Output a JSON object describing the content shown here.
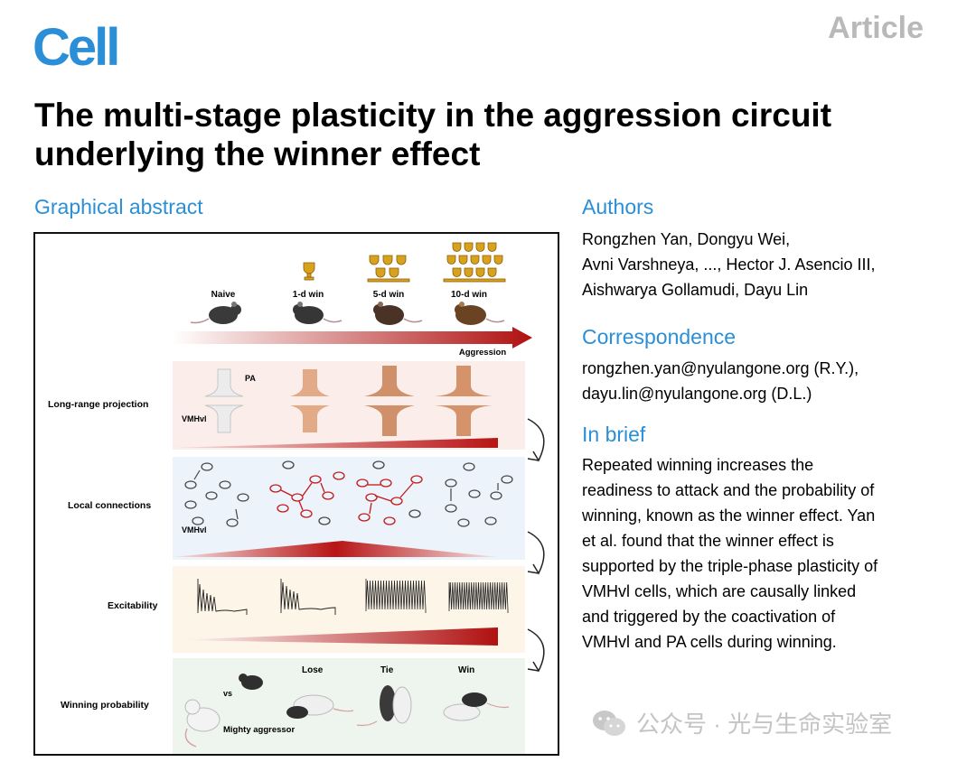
{
  "journal": {
    "logo": "Cell",
    "tag": "Article"
  },
  "title": "The multi-stage plasticity in the aggression circuit underlying the winner effect",
  "graphical_abstract": {
    "heading": "Graphical abstract",
    "stages": [
      "Naive",
      "1-d win",
      "5-d win",
      "10-d win"
    ],
    "aggression_label": "Aggression",
    "rows": [
      "Long-range projection",
      "Local connections",
      "Excitability",
      "Winning probability"
    ],
    "pa_label": "PA",
    "vmh_label": "VMHvl",
    "outcomes": [
      "Lose",
      "Tie",
      "Win"
    ],
    "vs_label": "vs",
    "aggressor_label": "Mighty aggressor"
  },
  "authors": {
    "heading": "Authors",
    "lines": [
      "Rongzhen Yan, Dongyu Wei,",
      "Avni Varshneya, ..., Hector J. Asencio III,",
      "Aishwarya Gollamudi, Dayu Lin"
    ]
  },
  "correspondence": {
    "heading": "Correspondence",
    "lines": [
      "rongzhen.yan@nyulangone.org (R.Y.),",
      "dayu.lin@nyulangone.org (D.L.)"
    ]
  },
  "in_brief": {
    "heading": "In brief",
    "lines": [
      "Repeated winning increases the",
      "readiness to attack and the probability of",
      "winning, known as the winner effect. Yan",
      "et al. found that the winner effect is",
      "supported by the triple-phase plasticity of",
      "VMHvl cells, which are causally linked",
      "and triggered by the coactivation of",
      "VMHvl and PA cells during winning."
    ]
  },
  "watermark": "公众号 · 光与生命实验室",
  "colors": {
    "accent": "#2a8fd6",
    "red": "#b81414",
    "synapse": "#d4936a"
  }
}
